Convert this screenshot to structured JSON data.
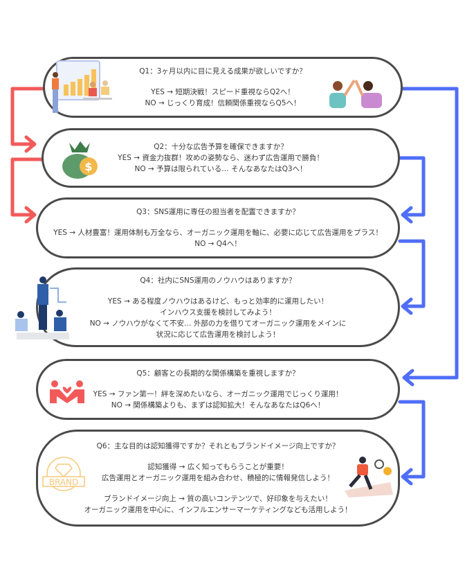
{
  "colors": {
    "yes_arrow": "#f25a5a",
    "no_arrow": "#4f6ef7",
    "border": "#4a4a4a"
  },
  "questions": [
    {
      "q": "Q1：3ヶ月以内に目に見える成果が欲しいですか？",
      "lines": [
        "YES → 短期決戦！スピード重視ならQ2へ！",
        "NO → じっくり育成！信頼関係重視ならQ5へ！"
      ]
    },
    {
      "q": "Q2：十分な広告予算を確保できますか？",
      "lines": [
        "YES → 資金力抜群！攻めの姿勢なら、迷わず広告運用で勝負！",
        "NO → 予算は限られている… そんなあなたはQ3へ！"
      ]
    },
    {
      "q": "Q3：SNS運用に専任の担当者を配置できますか？",
      "lines": [
        "YES → 人材豊富！運用体制も万全なら、オーガニック運用を軸に、必要に応じて広告運用をプラス！",
        "NO → Q4へ！"
      ]
    },
    {
      "q": "Q4：社内にSNS運用のノウハウはありますか？",
      "lines": [
        "YES → ある程度ノウハウはあるけど、もっと効率的に運用したい！",
        "インハウス支援を検討してみよう！",
        "NO → ノウハウがなくて不安… 外部の力を借りてオーガニック運用をメインに",
        "状況に応じて広告運用を検討しよう！"
      ]
    },
    {
      "q": "Q5：顧客との長期的な関係構築を重視しますか？",
      "lines": [
        "YES → ファン第一！絆を深めたいなら、オーガニック運用でじっくり運用！",
        "NO → 関係構築よりも、まずは認知拡大！そんなあなたはQ6へ！"
      ]
    },
    {
      "q": "Q6：主な目的は認知獲得ですか？それともブランドイメージ向上ですか？",
      "lines": [
        "認知獲得 → 広く知ってもらうことが重要！",
        "広告運用とオーガニック運用を組み合わせ、積極的に情報発信しよう！"
      ],
      "lines2": [
        "ブランドイメージ向上 → 質の高いコンテンツで、好印象を与えたい！",
        "オーガニック運用を中心に、インフルエンサーマーケティングなども活用しよう！"
      ]
    }
  ],
  "brand_logo_text": "BRAND"
}
